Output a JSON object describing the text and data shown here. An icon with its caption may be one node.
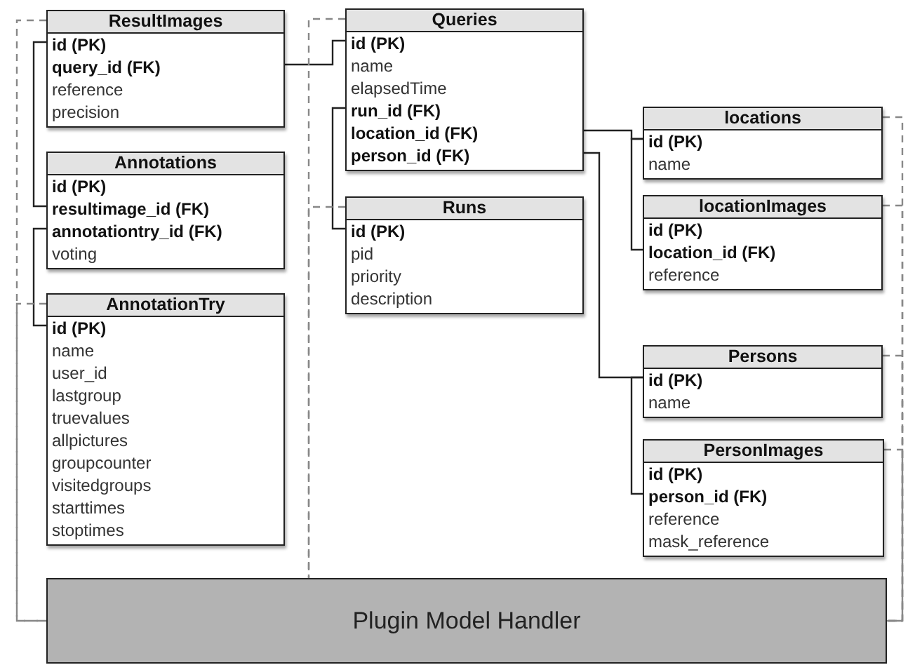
{
  "diagram": {
    "nodes": [
      {
        "text": [
          "ResultImages",
          "id (PK)",
          "query_id (FK)",
          "reference",
          "precision"
        ]
      },
      {
        "text": [
          "Annotations",
          "id (PK)",
          "resultimage_id (FK)",
          "annotationtry_id (FK)",
          "voting"
        ]
      },
      {
        "text": [
          "AnnotationTry",
          "id (PK)",
          "name",
          "user_id",
          "lastgroup",
          "truevalues",
          "allpictures",
          "groupcounter",
          "visitedgroups",
          "starttimes",
          "stoptimes"
        ]
      },
      {
        "text": [
          "Queries",
          "id (PK)",
          "name",
          "elapsedTime",
          "run_id (FK)",
          "location_id (FK)",
          "person_id (FK)"
        ]
      },
      {
        "text": [
          "Runs",
          "id (PK)",
          "pid",
          "priority",
          "description"
        ]
      },
      {
        "text": [
          "locations",
          "id (PK)",
          "name"
        ]
      },
      {
        "text": [
          "locationImages",
          "id (PK)",
          "location_id (FK)",
          "reference"
        ]
      },
      {
        "text": [
          "Persons",
          "id (PK)",
          "name"
        ]
      },
      {
        "text": [
          "PersonImages",
          "id (PK)",
          "person_id (FK)",
          "reference",
          "mask_reference"
        ]
      },
      {
        "text": [
          "Plugin Model Handler"
        ]
      }
    ],
    "edges": [
      {
        "from": 0,
        "to": 1,
        "arrow": "none"
      },
      {
        "from": 1,
        "to": 2,
        "arrow": "none"
      },
      {
        "from": 0,
        "to": 3,
        "arrow": "none"
      },
      {
        "from": 3,
        "to": 4,
        "arrow": "none"
      },
      {
        "from": 3,
        "to": 5,
        "arrow": "none"
      },
      {
        "from": 5,
        "to": 6,
        "arrow": "none"
      },
      {
        "from": 3,
        "to": 7,
        "arrow": "none"
      },
      {
        "from": 7,
        "to": 8,
        "arrow": "none"
      },
      {
        "from": 0,
        "to": 9,
        "arrow": "none",
        "style": "dashed",
        "color": "#888888"
      },
      {
        "from": 2,
        "to": 9,
        "arrow": "none",
        "style": "dashed",
        "color": "#888888"
      },
      {
        "from": 3,
        "to": 9,
        "arrow": "none",
        "style": "dashed",
        "color": "#888888"
      },
      {
        "from": 4,
        "to": 9,
        "arrow": "none",
        "style": "dashed",
        "color": "#888888"
      },
      {
        "from": 5,
        "to": 9,
        "arrow": "none",
        "style": "dashed",
        "color": "#888888"
      },
      {
        "from": 6,
        "to": 9,
        "arrow": "none",
        "style": "dashed",
        "color": "#888888"
      },
      {
        "from": 7,
        "to": 9,
        "arrow": "none",
        "style": "dashed",
        "color": "#888888"
      },
      {
        "from": 8,
        "to": 9,
        "arrow": "none",
        "style": "dashed",
        "color": "#888888"
      }
    ]
  }
}
